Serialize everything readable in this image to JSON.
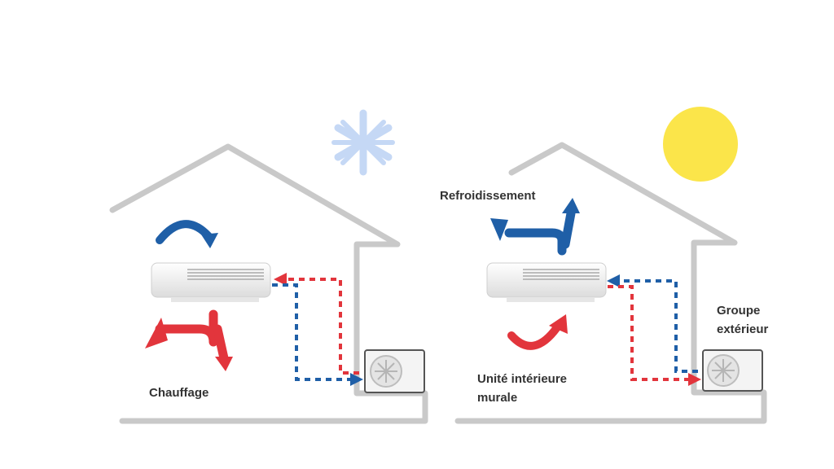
{
  "colors": {
    "wall": "#c9c9c9",
    "hot": "#e2353c",
    "cold": "#1f5fa7",
    "snowflake": "#c5d8f5",
    "sun": "#fbe54a",
    "text": "#333333"
  },
  "left_scene": {
    "weather_icon": "snowflake-icon",
    "mode_label": "Chauffage"
  },
  "right_scene": {
    "weather_icon": "sun-icon",
    "mode_label": "Refroidissement",
    "indoor_unit_label_line1": "Unité intérieure",
    "indoor_unit_label_line2": "murale",
    "outdoor_unit_label_line1": "Groupe",
    "outdoor_unit_label_line2": "extérieur"
  }
}
